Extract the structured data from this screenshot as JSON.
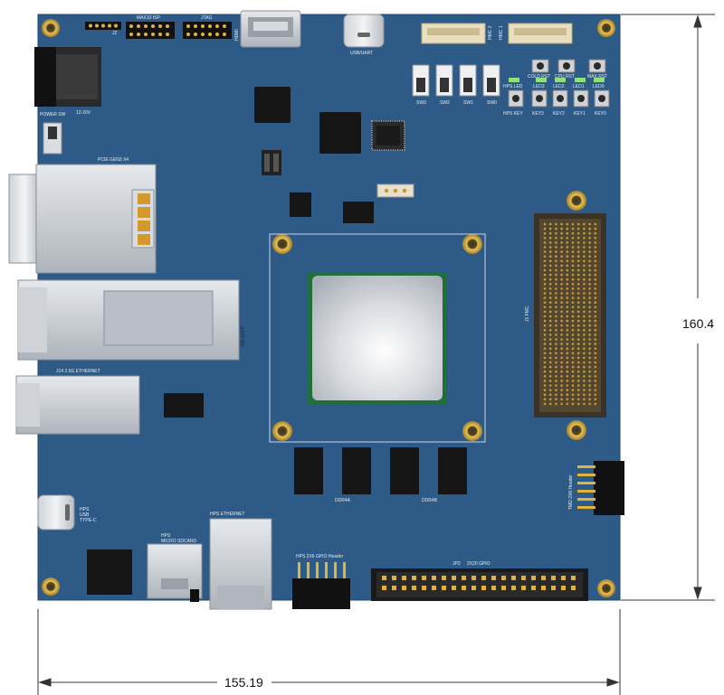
{
  "board": {
    "color": "#2d5a86",
    "dimensions": {
      "height": "160.4",
      "width": "155.19"
    }
  },
  "labels": {
    "j2": "J2",
    "max10_isp": "MAX10 ISP",
    "jtag": "JTAG",
    "hdmi": "HDMI",
    "usb_uart": "USB/UART",
    "hmc2": "HMC 2",
    "hmc1": "HMC 1",
    "power_input": "12-20V",
    "power_sw": "POWER SW",
    "sw3": "SW3",
    "sw2": "SW2",
    "sw1": "SW1",
    "sw0": "SW0",
    "hps_led": "HPS LED",
    "led3": "LED3",
    "led2": "LED2",
    "led1": "LED1",
    "led0": "LED0",
    "cold_rst": "COLD RST",
    "cpu_rst": "CPU RST",
    "max_rst": "MAX RST",
    "hps_key": "HPS KEY",
    "key3": "KEY3",
    "key2": "KEY2",
    "key1": "KEY1",
    "key0": "KEY0",
    "pcie": "PCIE GEN3 X4",
    "qsfp": "J15 QSFP",
    "ethernet_25g": "J14 2.5G ETHERNET",
    "fmc": "J1 FMC",
    "tmd": "TMD 2X6 Header",
    "ddr4a": "DDR4A",
    "ddr4b": "DDR4B",
    "hps_usb": [
      "HPS",
      "USB",
      "TYPE-C"
    ],
    "hps_sd": [
      "HPS",
      "MICRO SDCARD"
    ],
    "hps_eth": "HPS ETHERNET",
    "hps_gpio": "HPS 2X6 GPIO Header",
    "jp2": "JP2",
    "gpio_2x20": "2X20 GPIO"
  }
}
